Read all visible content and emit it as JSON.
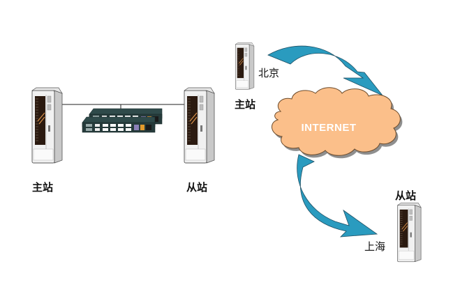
{
  "left_diagram": {
    "master_label": "主站",
    "slave_label": "从站",
    "link_device": "network-switch-pair"
  },
  "right_diagram": {
    "master_label": "主站",
    "master_city": "北京",
    "cloud_label": "INTERNET",
    "slave_label": "从站",
    "slave_city": "上海"
  },
  "colors": {
    "cloud_fill": "#fbbf8a",
    "cloud_stroke": "#6b4a2a",
    "arrow_fill": "#2a9bbf",
    "arrow_stroke": "#1f4f63",
    "server_panel": "#2b1a10",
    "switch_body": "#2f4a4a"
  }
}
